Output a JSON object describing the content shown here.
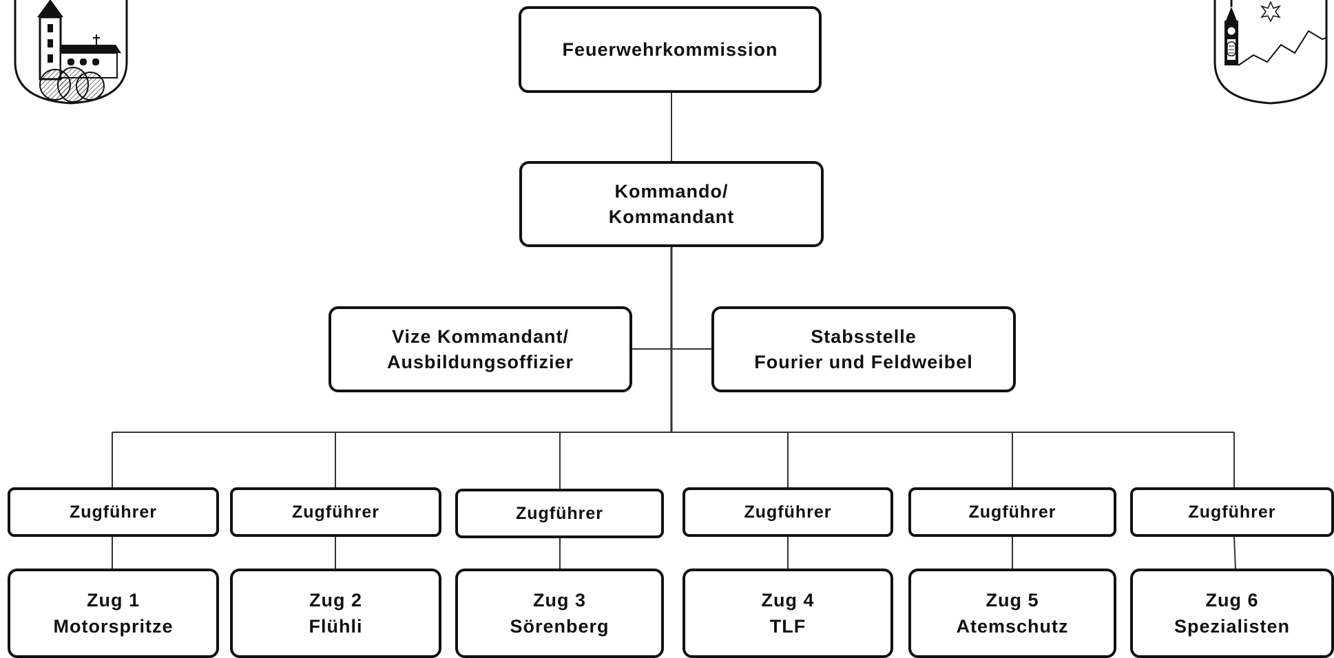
{
  "org_chart": {
    "top": {
      "label": "Feuerwehrkommission"
    },
    "command": {
      "line1": "Kommando/",
      "line2": "Kommandant"
    },
    "vice": {
      "line1": "Vize Kommandant/",
      "line2": "Ausbildungsoffizier"
    },
    "staff": {
      "line1": "Stabsstelle",
      "line2": "Fourier und Feldweibel"
    },
    "platoons": [
      {
        "leader": "Zugführer",
        "name": "Zug 1",
        "sub": "Motorspritze"
      },
      {
        "leader": "Zugführer",
        "name": "Zug 2",
        "sub": "Flühli"
      },
      {
        "leader": "Zugführer",
        "name": "Zug 3",
        "sub": "Sörenberg"
      },
      {
        "leader": "Zugführer",
        "name": "Zug 4",
        "sub": "TLF"
      },
      {
        "leader": "Zugführer",
        "name": "Zug 5",
        "sub": "Atemschutz"
      },
      {
        "leader": "Zugführer",
        "name": "Zug 6",
        "sub": "Spezialisten"
      }
    ]
  },
  "crests": {
    "left": "church-crest-icon",
    "right": "chapel-mountain-crest-icon"
  },
  "colors": {
    "line": "#333333",
    "border": "#111111",
    "background": "#ffffff"
  }
}
